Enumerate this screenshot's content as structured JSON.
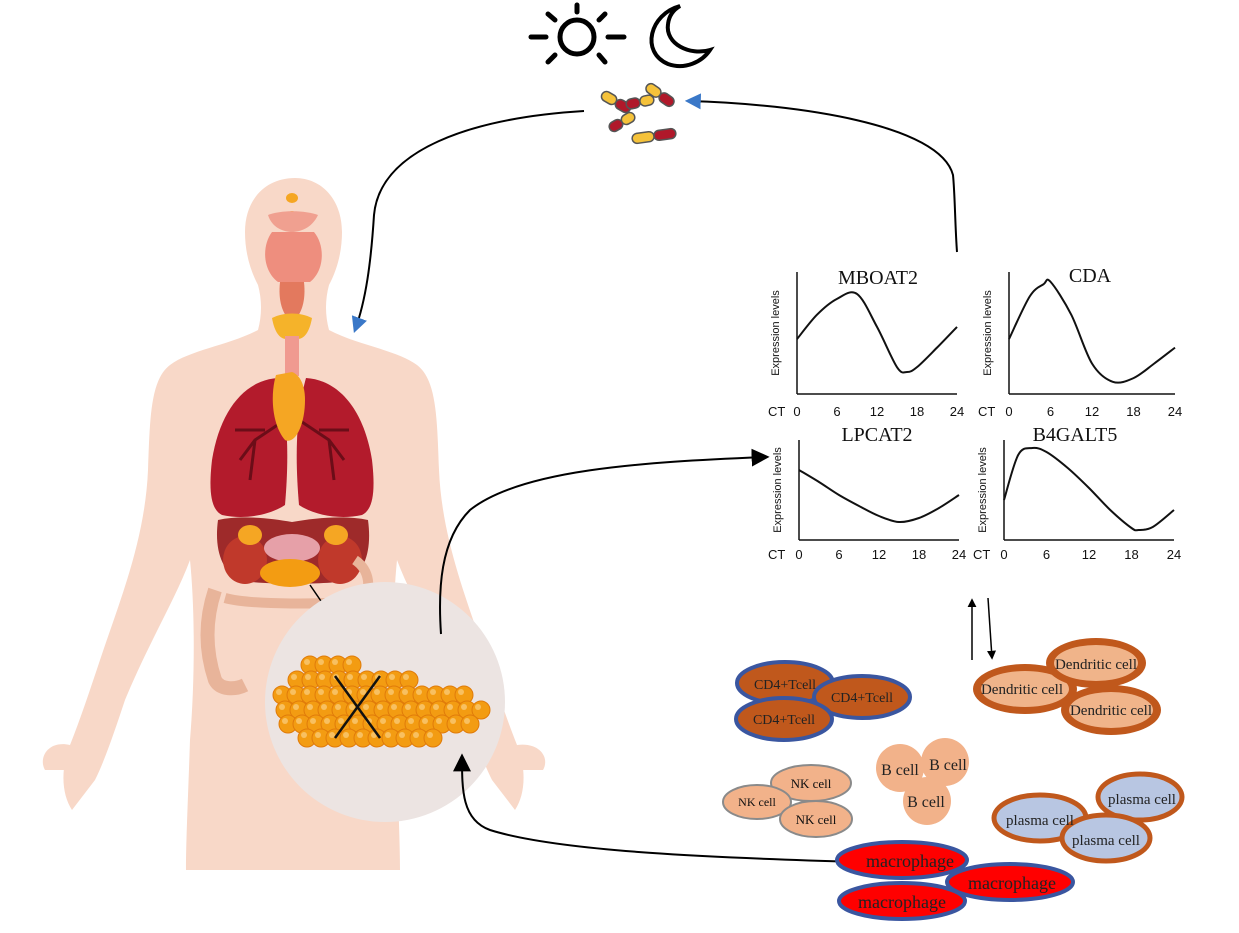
{
  "figure": {
    "colors": {
      "skin": "#f8d8c8",
      "lung": "#b31b2c",
      "organ_red": "#c0392b",
      "pancreas_orange": "#f39c12",
      "thyroid_yellow": "#f5b32a",
      "zoom_circle": "#ece4e2",
      "arrow": "#000000",
      "arrowhead_blue": "#3a78c8",
      "cd4_fill": "#c0581c",
      "cd4_border": "#3a56a0",
      "dendritic_fill": "#c0581c",
      "dendritic_inner": "#f0b48a",
      "nk_fill": "#f2b28a",
      "b_fill": "#f2b28a",
      "plasma_fill": "#b8c6e2",
      "plasma_border": "#c0581c",
      "macrophage_fill": "#ff0000",
      "macrophage_border": "#3a56a0",
      "pill_red": "#b0182a",
      "pill_yellow": "#f5c23a"
    },
    "icons": [
      "sun-icon",
      "moon-icon",
      "pills-icon",
      "human-body-icon",
      "pancreas-icon"
    ],
    "cells": {
      "cd4": [
        "CD4+Tcell",
        "CD4+Tcell",
        "CD4+Tcell"
      ],
      "dendritic": [
        "Dendritic cell",
        "Dendritic cell",
        "Dendritic cell"
      ],
      "nk": [
        "NK cell",
        "NK cell",
        "NK cell"
      ],
      "b": [
        "B cell",
        "B cell",
        "B cell"
      ],
      "plasma": [
        "plasma cell",
        "plasma cell",
        "plasma cell"
      ],
      "macrophage": [
        "macrophage",
        "macrophage",
        "macrophage"
      ]
    }
  },
  "chart_data": [
    {
      "type": "line",
      "title": "MBOAT2",
      "ylabel": "Expression levels",
      "xlabel": "CT",
      "x_ticks": [
        0,
        6,
        12,
        18,
        24
      ],
      "x": [
        0,
        3,
        6,
        9,
        12,
        15,
        16.5,
        18,
        21,
        24
      ],
      "y": [
        0.45,
        0.65,
        0.78,
        0.82,
        0.55,
        0.22,
        0.18,
        0.22,
        0.38,
        0.55
      ]
    },
    {
      "type": "line",
      "title": "CDA",
      "ylabel": "Expression levels",
      "xlabel": "CT",
      "x_ticks": [
        0,
        6,
        12,
        18,
        24
      ],
      "x": [
        0,
        3,
        5,
        6,
        9,
        12,
        15,
        18,
        21,
        24
      ],
      "y": [
        0.45,
        0.8,
        0.9,
        0.92,
        0.65,
        0.25,
        0.1,
        0.13,
        0.25,
        0.38
      ]
    },
    {
      "type": "line",
      "title": "LPCAT2",
      "ylabel": "Expression levels",
      "xlabel": "CT",
      "x_ticks": [
        0,
        6,
        12,
        18,
        24
      ],
      "x": [
        0,
        3,
        6,
        9,
        12,
        15,
        18,
        21,
        24
      ],
      "y": [
        0.7,
        0.58,
        0.45,
        0.34,
        0.24,
        0.18,
        0.22,
        0.32,
        0.45
      ]
    },
    {
      "type": "line",
      "title": "B4GALT5",
      "ylabel": "Expression levels",
      "xlabel": "CT",
      "x_ticks": [
        0,
        6,
        12,
        18,
        24
      ],
      "x": [
        0,
        2,
        4,
        6,
        9,
        12,
        15,
        18,
        19,
        21,
        24
      ],
      "y": [
        0.4,
        0.85,
        0.92,
        0.88,
        0.72,
        0.52,
        0.3,
        0.12,
        0.1,
        0.13,
        0.3
      ]
    }
  ]
}
